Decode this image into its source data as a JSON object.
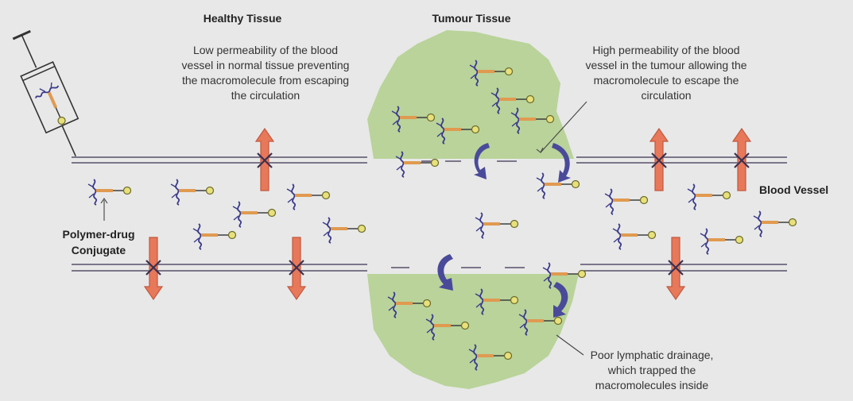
{
  "labels": {
    "healthy_tissue": "Healthy Tissue",
    "tumour_tissue": "Tumour Tissue",
    "blood_vessel": "Blood Vessel",
    "polymer_drug_line1": "Polymer-drug",
    "polymer_drug_line2": "Conjugate"
  },
  "annotations": {
    "low_perm": [
      "Low permeability of the blood",
      "vessel in normal tissue preventing",
      "the macromolecule from escaping",
      "the circulation"
    ],
    "high_perm": [
      "High permeability of the blood",
      "vessel in the tumour allowing the",
      "macromolecule to escape the",
      "circulation"
    ],
    "lymphatic": [
      "Poor lymphatic drainage,",
      "which trapped the",
      "macromolecules inside"
    ]
  },
  "colors": {
    "background": "#e8e8e8",
    "tumour": "#b9d39a",
    "vessel_wall": "#3a3050",
    "arrow": "#e8785a",
    "arrow_stroke": "#c2583e",
    "polymer": "#3a3a8c",
    "linker": "#e09a50",
    "drug": "#e8e07a",
    "curved_arrow": "#4a4a9a"
  }
}
